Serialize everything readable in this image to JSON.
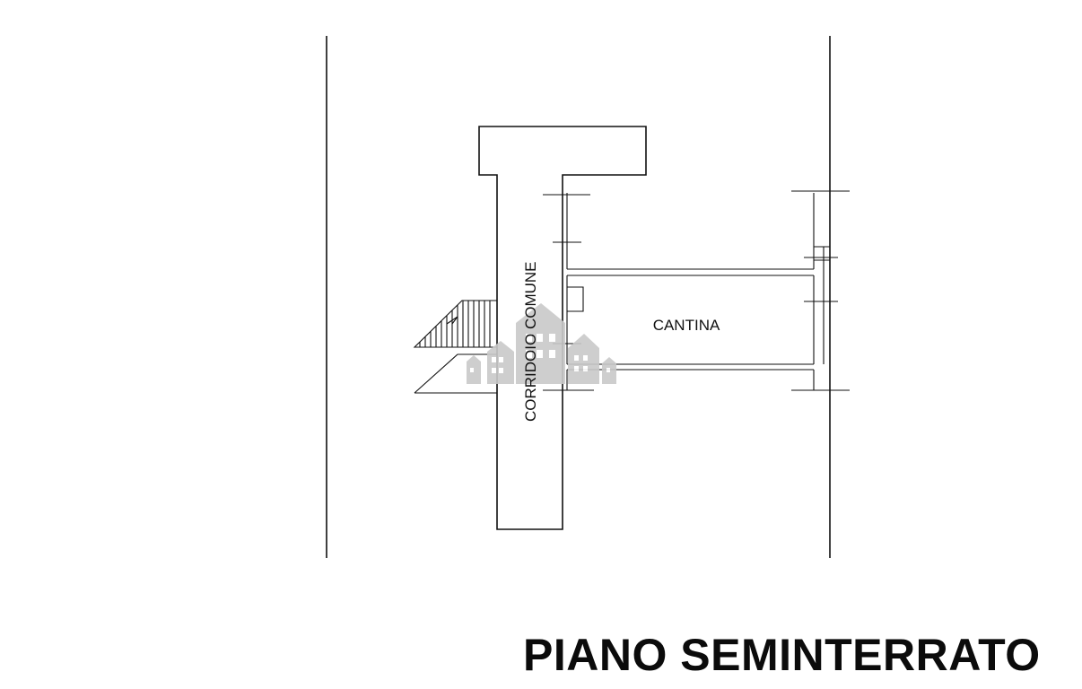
{
  "floor_plan": {
    "title": "PIANO SEMINTERRATO",
    "rooms": {
      "corridor": "CORRIDOIO COMUNE",
      "cellar": "CANTINA"
    },
    "colors": {
      "lines": "#111111",
      "watermark": "#c9c9c9",
      "background": "#ffffff"
    }
  }
}
